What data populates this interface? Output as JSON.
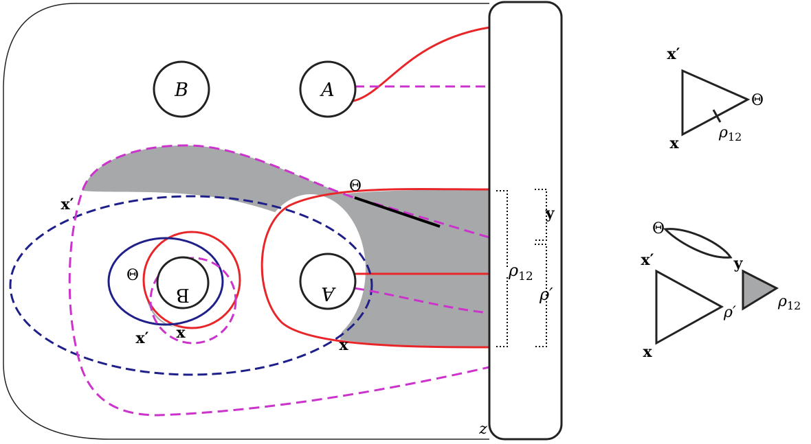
{
  "colors": {
    "red": "#e8262a",
    "magenta": "#cc33cc",
    "navy": "#1f1f8a",
    "shade": "#a7a8aa",
    "outline": "#222222"
  },
  "labels": {
    "B_top": "B",
    "A_top": "A",
    "B_reflected": "B",
    "A_reflected": "A",
    "theta_mid": "Θ",
    "theta_left": "Θ",
    "x_prime_left": "x′",
    "x_prime_bottom": "x′",
    "x_bottom": "x",
    "x_right": "x",
    "z": "z",
    "rho12_main": "ρ",
    "rho12_main_sub": "12",
    "rho_prime_main": "ρ′",
    "y_main": "y"
  },
  "triangle_top": {
    "x_prime": "x′",
    "x": "x",
    "theta": "Θ",
    "rho": "ρ",
    "rho_sub": "12"
  },
  "triangle_bottom": {
    "theta": "Θ",
    "y": "y",
    "x_prime": "x′",
    "x": "x",
    "rho_prime": "ρ′",
    "rho": "ρ",
    "rho_sub": "12"
  }
}
